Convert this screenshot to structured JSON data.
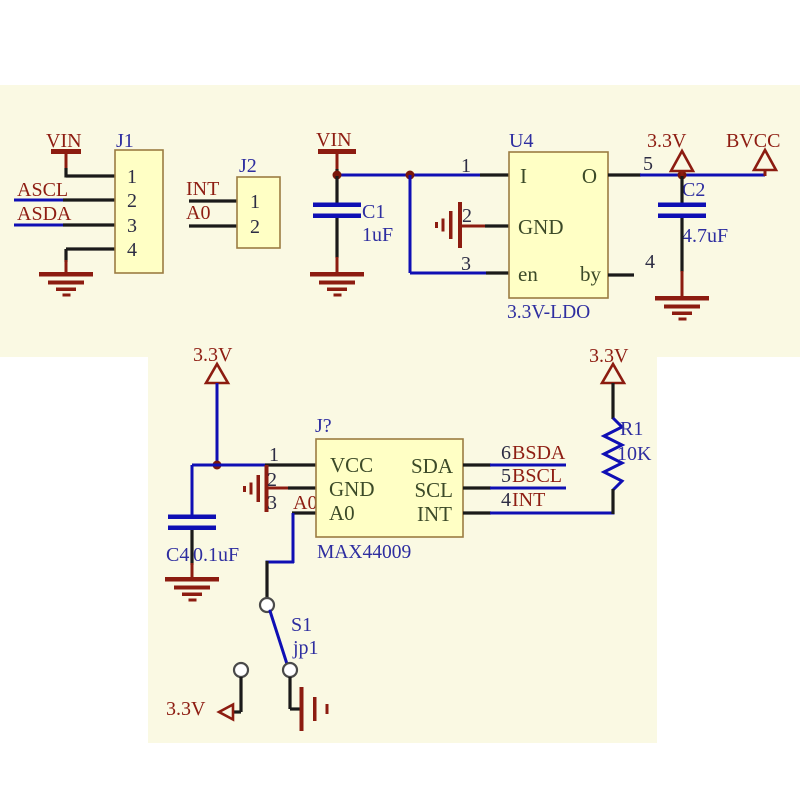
{
  "diagram_type": "circuit schematic (light sensor breakout)",
  "nets": {
    "vin": "VIN",
    "ascl": "ASCL",
    "asda": "ASDA",
    "int": "INT",
    "a0": "A0",
    "v33": "3.3V",
    "bvcc": "BVCC",
    "bsda": "BSDA",
    "bscl": "BSCL"
  },
  "j1": {
    "designator": "J1",
    "pin1": "1",
    "pin2": "2",
    "pin3": "3",
    "pin4": "4"
  },
  "j2": {
    "designator": "J2",
    "pin1": "1",
    "pin2": "2"
  },
  "u4": {
    "designator": "U4",
    "subtitle": "3.3V-LDO",
    "name_in": "I",
    "name_out": "O",
    "name_gnd": "GND",
    "name_en": "en",
    "name_by": "by",
    "num_in": "1",
    "num_gnd": "2",
    "num_en": "3",
    "num_by": "4",
    "num_out": "5"
  },
  "sensor": {
    "designator": "J?",
    "part": "MAX44009",
    "name_vcc": "VCC",
    "name_gnd": "GND",
    "name_a0": "A0",
    "name_sda": "SDA",
    "name_scl": "SCL",
    "name_int": "INT",
    "num_vcc": "1",
    "num_gnd": "2",
    "num_a0": "3",
    "num_int": "4",
    "num_scl": "5",
    "num_sda": "6"
  },
  "c1": {
    "ref": "C1",
    "value": "1uF"
  },
  "c2": {
    "ref": "C2",
    "value": "4.7uF"
  },
  "c4": {
    "ref": "C4",
    "value": "0.1uF"
  },
  "r1": {
    "ref": "R1",
    "value": "10K"
  },
  "s1": {
    "ref": "S1",
    "value": "jp1"
  },
  "colors": {
    "sheet": "#FAF9E3",
    "component_fill": "#FFFFC5",
    "component_border": "#9B7C42",
    "wire_blue": "#0F0FB4",
    "pin_black": "#1A1A1A",
    "power_dark_red": "#8C1C10",
    "designator_blue": "#2E2EA0",
    "pin_name_olive": "#3C4A28",
    "net_label_red": "#8E1D12"
  }
}
